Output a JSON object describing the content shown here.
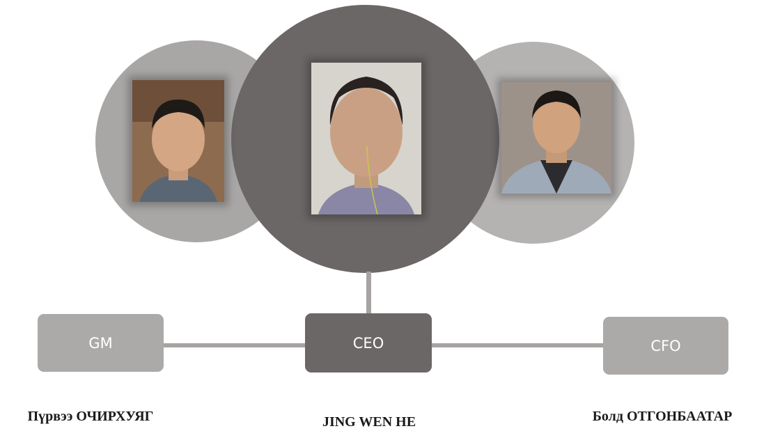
{
  "org_chart": {
    "members": [
      {
        "id": "gm",
        "role": "GM",
        "name": "Пүрвээ ОЧИРХУЯГ"
      },
      {
        "id": "ceo",
        "role": "CEO",
        "name": "JING WEN HE"
      },
      {
        "id": "cfo",
        "role": "CFO",
        "name": "Болд ОТГОНБААТАР"
      }
    ]
  },
  "colors": {
    "dark_gray": "#6c6767",
    "light_gray": "#acaaa9",
    "connector": "#a6a3a2"
  }
}
